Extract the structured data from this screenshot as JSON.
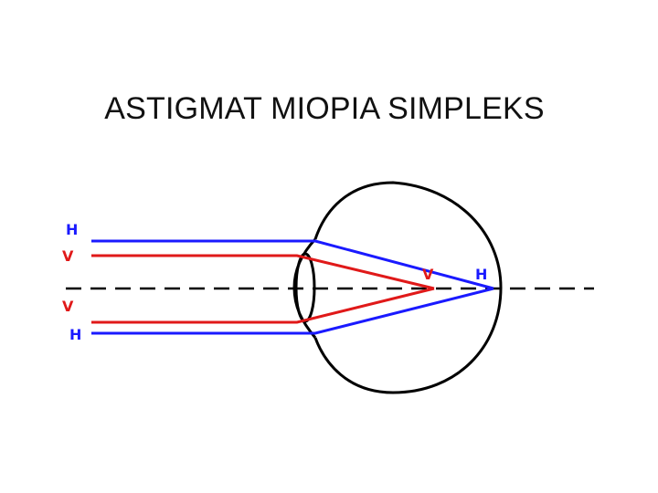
{
  "title": "ASTIGMAT MIOPIA SIMPLEKS",
  "labels": {
    "upper_h": "H",
    "upper_v": "V",
    "lower_v": "V",
    "lower_h": "H",
    "focus_v": "V",
    "focus_h": "H"
  },
  "colors": {
    "horizontal_meridian": "#1a1aff",
    "vertical_meridian": "#e01919",
    "outline": "#000000",
    "title": "#111111"
  }
}
